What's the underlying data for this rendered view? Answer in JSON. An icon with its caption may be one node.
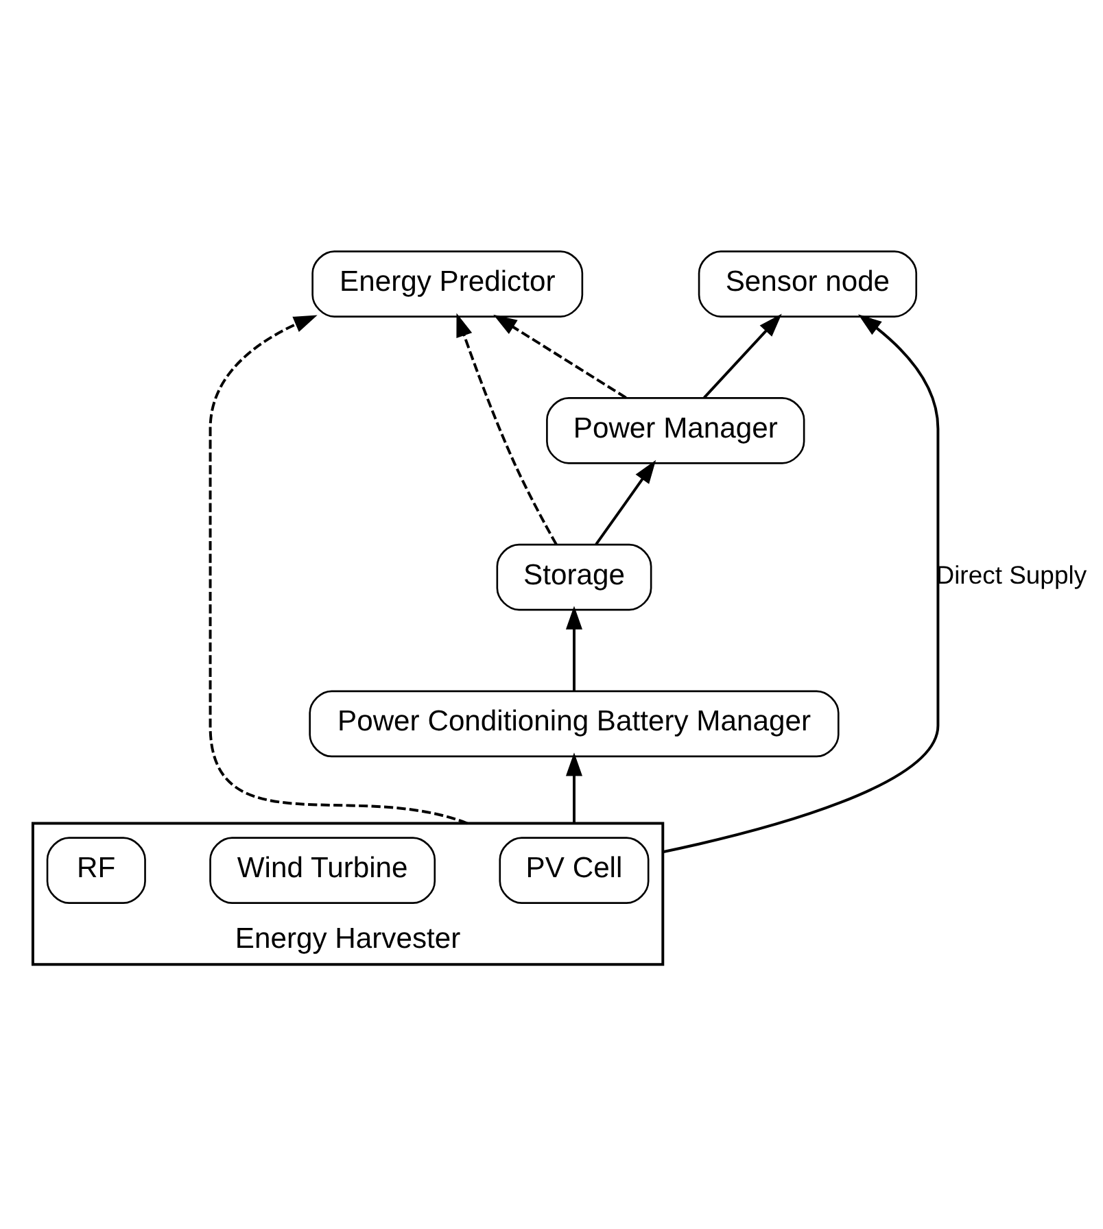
{
  "diagram": {
    "nodes": [
      {
        "text": [
          "Energy Predictor"
        ]
      },
      {
        "text": [
          "Storage"
        ]
      },
      {
        "text": [
          "Power Manager"
        ]
      },
      {
        "text": [
          "Energy Harvester"
        ]
      },
      {
        "text": [
          "PV Cell"
        ],
        "in": 3
      },
      {
        "text": [
          "Wind Turbine"
        ],
        "in": 3
      },
      {
        "text": [
          "RF"
        ],
        "in": 3
      },
      {
        "text": [
          "Power Conditioning Battery Manager"
        ]
      },
      {
        "text": [
          "Sensor node"
        ]
      }
    ],
    "edges": [
      {
        "from": 3,
        "to": 0,
        "arrow": "to",
        "style": "dashed"
      },
      {
        "from": 1,
        "to": 0,
        "arrow": "to",
        "style": "dashed"
      },
      {
        "from": 2,
        "to": 0,
        "arrow": "to",
        "style": "dashed"
      },
      {
        "from": 1,
        "to": 2,
        "arrow": "to"
      },
      {
        "from": 2,
        "to": 8,
        "arrow": "to"
      },
      {
        "from": 7,
        "to": 1,
        "arrow": "to"
      },
      {
        "from": 3,
        "to": 7,
        "arrow": "to"
      },
      {
        "from": 3,
        "to": 8,
        "arrow": "to",
        "label": "Direct Supply"
      }
    ]
  }
}
